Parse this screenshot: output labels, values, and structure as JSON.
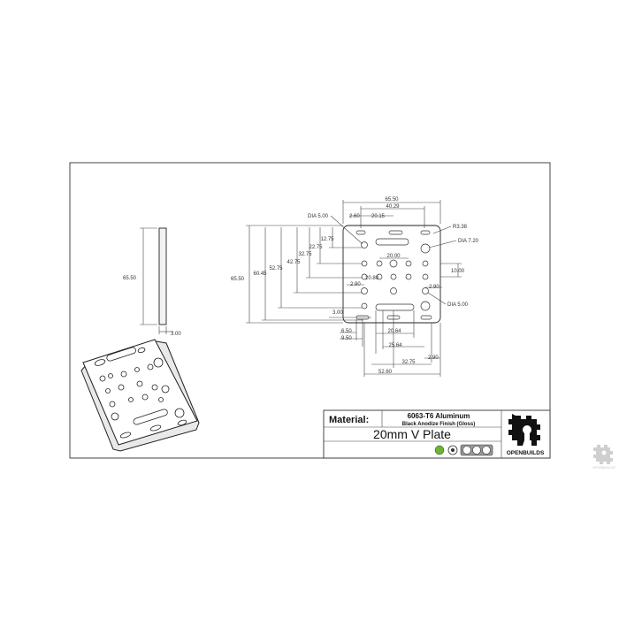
{
  "title_block": {
    "material_label": "Material:",
    "material_value": "6063-T6 Aluminum",
    "finish": "Black Anodize Finish (Gloss)",
    "part_name": "20mm V Plate",
    "logo_text": "OPENBUILDS",
    "corner_logo_text": "OPENBUILDS"
  },
  "dimensions": {
    "side_height": "65.50",
    "side_thickness": "3.00",
    "overall_width": "65.50",
    "width_4029": "40.29",
    "d_2_60": "2.60",
    "d_20_15": "20.15",
    "dia_5_top": "DIA 5.00",
    "r_3_38": "R3.38",
    "dia_7_20": "DIA 7.20",
    "v_65_50": "65.50",
    "v_60_45": "60.45",
    "v_52_75": "52.75",
    "v_42_75": "42.75",
    "v_32_75": "32.75",
    "v_22_75": "22.75",
    "v_12_75": "12.75",
    "d_20_00": "20.00",
    "d_10_00": "10.00",
    "d_2_90_l": "2.90",
    "d_20_80": "20.80",
    "d_2_90_r": "2.90",
    "dia_5_bot": "DIA 5.00",
    "d_3_00": "3.00",
    "d_6_50": "6.50",
    "d_9_50": "9.50",
    "d_20_64": "20.64",
    "d_25_64": "25.64",
    "d_2_90_b": "2.90",
    "d_32_75": "32.75",
    "d_52_60": "52.60"
  }
}
